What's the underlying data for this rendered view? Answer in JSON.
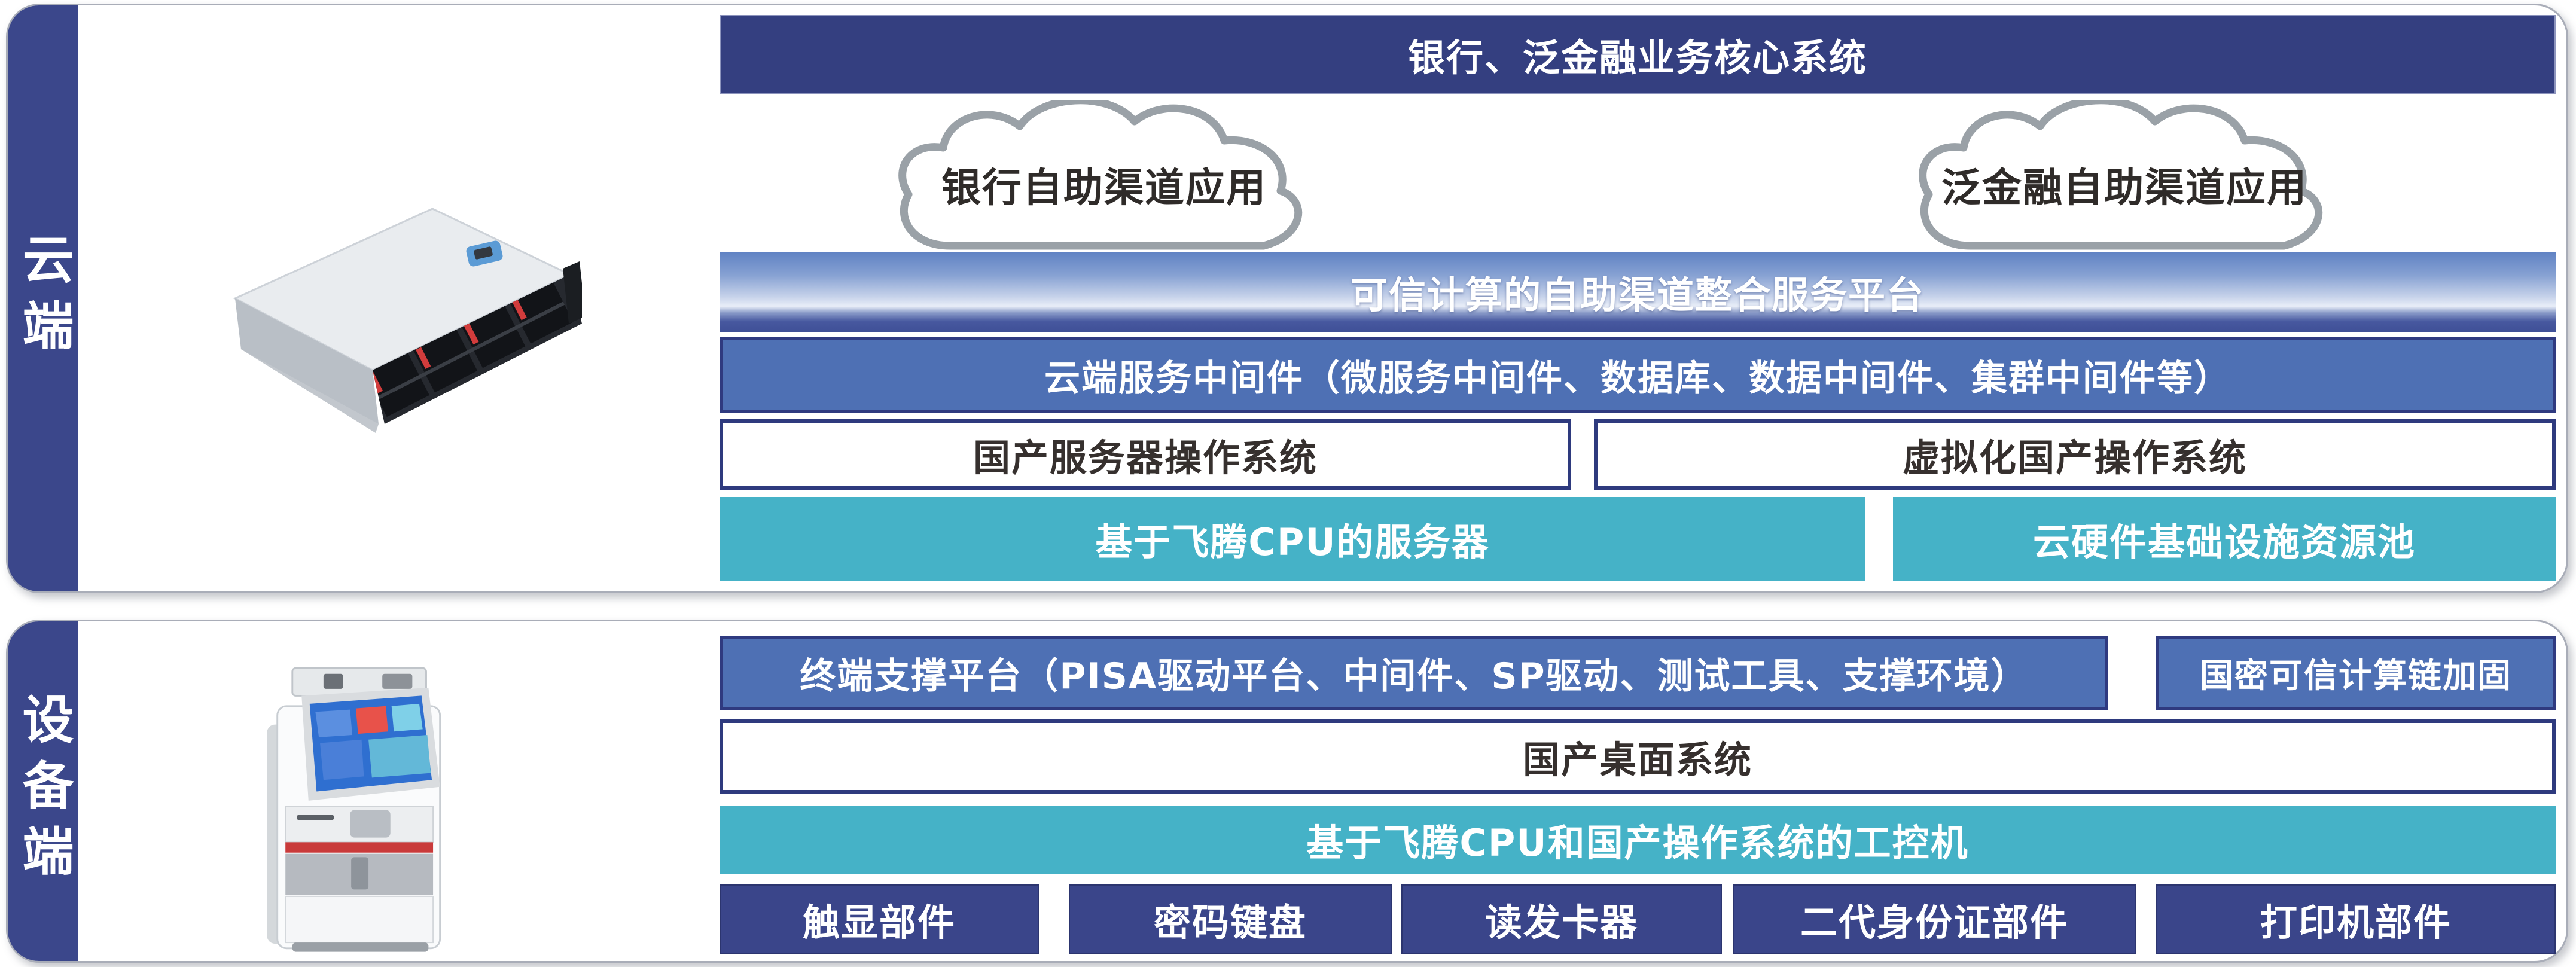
{
  "cloud_section": {
    "sidebar_label": "云端",
    "core_bar": "银行、泛金融业务核心系统",
    "cloud_left": "银行自助渠道应用",
    "cloud_right": "泛金融自助渠道应用",
    "platform_bar": "可信计算的自助渠道整合服务平台",
    "middleware_bar": "云端服务中间件（微服务中间件、数据库、数据中间件、集群中间件等）",
    "os_left": "国产服务器操作系统",
    "os_right": "虚拟化国产操作系统",
    "hw_left": "基于飞腾CPU的服务器",
    "hw_right": "云硬件基础设施资源池"
  },
  "device_section": {
    "sidebar_label": "设备端",
    "support_platform": "终端支撑平台（PISA驱动平台、中间件、SP驱动、测试工具、支撑环境）",
    "trusted_chain": "国密可信计算链加固",
    "desktop_os": "国产桌面系统",
    "ipc_bar": "基于飞腾CPU和国产操作系统的工控机",
    "components": [
      "触显部件",
      "密码键盘",
      "读发卡器",
      "二代身份证部件",
      "打印机部件"
    ]
  },
  "icons": {
    "server_image": "rack-server-photo",
    "kiosk_image": "self-service-kiosk-photo"
  },
  "colors": {
    "navy": "#3a458a",
    "dark_navy_bar": "#343f80",
    "medium_blue": "#4e70b4",
    "teal": "#45b2c7",
    "box_border_navy": "#2e3a7e",
    "cloud_outline": "#9aa1a7",
    "kiosk_stripe_red": "#c93a3a",
    "drive_tab_red": "#d23c3c"
  }
}
